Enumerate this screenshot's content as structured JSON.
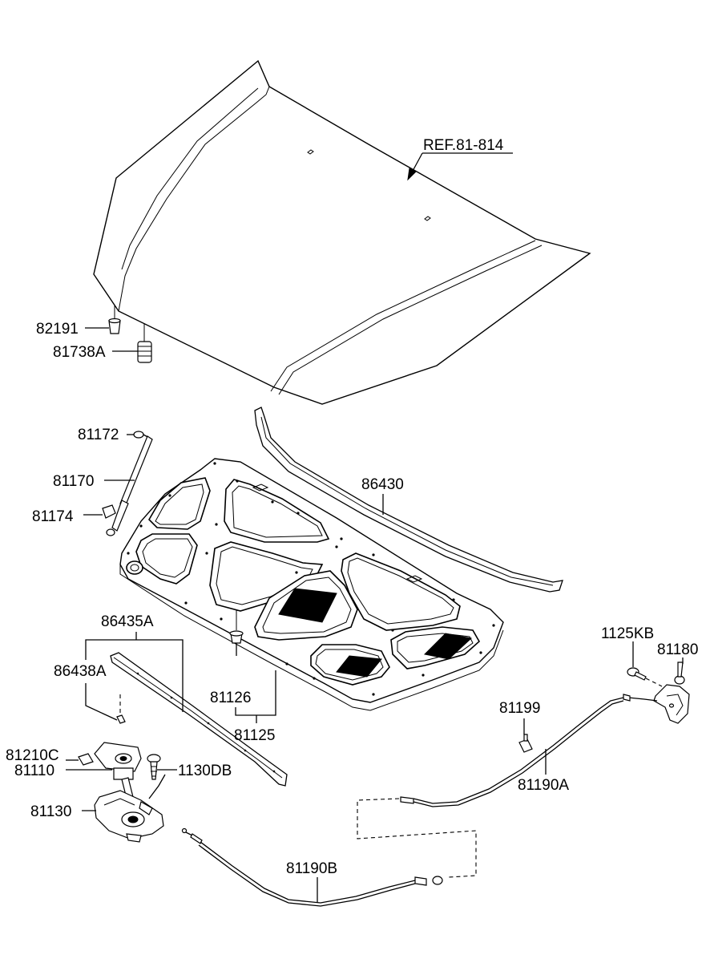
{
  "labels": {
    "ref_81_814": "REF.81-814",
    "p82191": "82191",
    "p81738A": "81738A",
    "p81172": "81172",
    "p81170": "81170",
    "p81174": "81174",
    "p86430": "86430",
    "p86435A": "86435A",
    "p86438A": "86438A",
    "p81126": "81126",
    "p81125": "81125",
    "p81210C": "81210C",
    "p81110": "81110",
    "p1130DB": "1130DB",
    "p81130": "81130",
    "p1125KB": "1125KB",
    "p81180": "81180",
    "p81199": "81199",
    "p81190A": "81190A",
    "p81190B": "81190B"
  }
}
